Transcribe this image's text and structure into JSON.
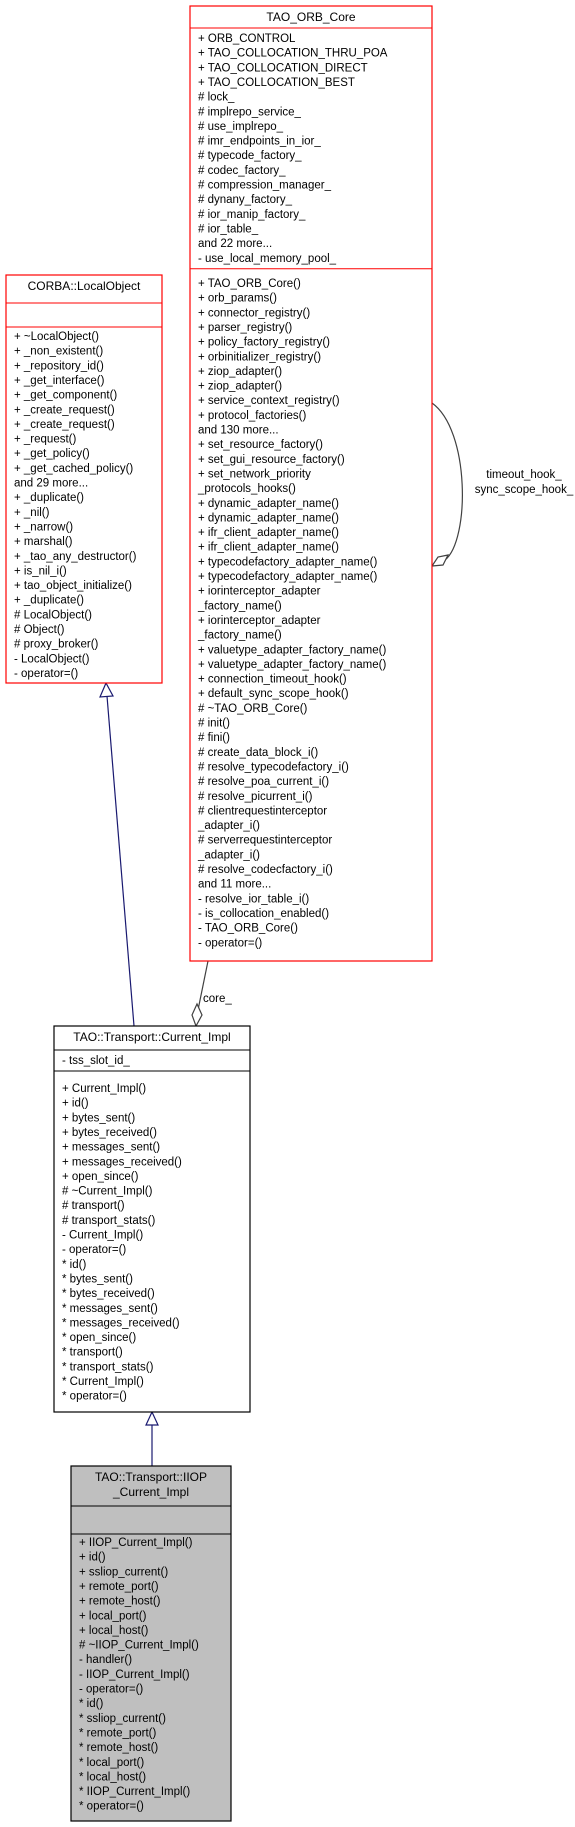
{
  "classes": [
    {
      "id": "tao-orb-core",
      "title": [
        "TAO_ORB_Core"
      ],
      "attributes": [
        "+ ORB_CONTROL",
        "+ TAO_COLLOCATION_THRU_POA",
        "+ TAO_COLLOCATION_DIRECT",
        "+ TAO_COLLOCATION_BEST",
        "# lock_",
        "# implrepo_service_",
        "# use_implrepo_",
        "# imr_endpoints_in_ior_",
        "# typecode_factory_",
        "# codec_factory_",
        "# compression_manager_",
        "# dynany_factory_",
        "# ior_manip_factory_",
        "# ior_table_",
        "and 22 more...",
        "- use_local_memory_pool_"
      ],
      "methods": [
        "+ TAO_ORB_Core()",
        "+ orb_params()",
        "+ connector_registry()",
        "+ parser_registry()",
        "+ policy_factory_registry()",
        "+ orbinitializer_registry()",
        "+ ziop_adapter()",
        "+ ziop_adapter()",
        "+ service_context_registry()",
        "+ protocol_factories()",
        "and 130 more...",
        "+ set_resource_factory()",
        "+ set_gui_resource_factory()",
        "+ set_network_priority",
        "_protocols_hooks()",
        "+ dynamic_adapter_name()",
        "+ dynamic_adapter_name()",
        "+ ifr_client_adapter_name()",
        "+ ifr_client_adapter_name()",
        "+ typecodefactory_adapter_name()",
        "+ typecodefactory_adapter_name()",
        "+ iorinterceptor_adapter",
        "_factory_name()",
        "+ iorinterceptor_adapter",
        "_factory_name()",
        "+ valuetype_adapter_factory_name()",
        "+ valuetype_adapter_factory_name()",
        "+ connection_timeout_hook()",
        "+ default_sync_scope_hook()",
        "# ~TAO_ORB_Core()",
        "# init()",
        "# fini()",
        "# create_data_block_i()",
        "# resolve_typecodefactory_i()",
        "# resolve_poa_current_i()",
        "# resolve_picurrent_i()",
        "# clientrequestinterceptor",
        "_adapter_i()",
        "# serverrequestinterceptor",
        "_adapter_i()",
        "# resolve_codecfactory_i()",
        "and 11 more...",
        "- resolve_ior_table_i()",
        "- is_collocation_enabled()",
        "- TAO_ORB_Core()",
        "- operator=()"
      ]
    },
    {
      "id": "corba-localobject",
      "title": [
        "CORBA::LocalObject"
      ],
      "attributes": [],
      "methods": [
        "+ ~LocalObject()",
        "+ _non_existent()",
        "+ _repository_id()",
        "+ _get_interface()",
        "+ _get_component()",
        "+ _create_request()",
        "+ _create_request()",
        "+ _request()",
        "+ _get_policy()",
        "+ _get_cached_policy()",
        "and 29 more...",
        "+ _duplicate()",
        "+ _nil()",
        "+ _narrow()",
        "+ marshal()",
        "+ _tao_any_destructor()",
        "+ is_nil_i()",
        "+ tao_object_initialize()",
        "+ _duplicate()",
        "# LocalObject()",
        "# Object()",
        "# proxy_broker()",
        "- LocalObject()",
        "- operator=()"
      ]
    },
    {
      "id": "current-impl",
      "title": [
        "TAO::Transport::Current_Impl"
      ],
      "attributes": [
        "- tss_slot_id_"
      ],
      "methods": [
        "+ Current_Impl()",
        "+ id()",
        "+ bytes_sent()",
        "+ bytes_received()",
        "+ messages_sent()",
        "+ messages_received()",
        "+ open_since()",
        "# ~Current_Impl()",
        "# transport()",
        "# transport_stats()",
        "- Current_Impl()",
        "- operator=()",
        "* id()",
        "* bytes_sent()",
        "* bytes_received()",
        "* messages_sent()",
        "* messages_received()",
        "* open_since()",
        "* transport()",
        "* transport_stats()",
        "* Current_Impl()",
        "* operator=()"
      ]
    },
    {
      "id": "iiop-current-impl",
      "title": [
        "TAO::Transport::IIOP",
        "_Current_Impl"
      ],
      "attributes": [],
      "methods": [
        "+ IIOP_Current_Impl()",
        "+ id()",
        "+ ssliop_current()",
        "+ remote_port()",
        "+ remote_host()",
        "+ local_port()",
        "+ local_host()",
        "# ~IIOP_Current_Impl()",
        "- handler()",
        "- IIOP_Current_Impl()",
        "- operator=()",
        "* id()",
        "* ssliop_current()",
        "* remote_port()",
        "* remote_host()",
        "* local_port()",
        "* local_host()",
        "* IIOP_Current_Impl()",
        "* operator=()"
      ]
    }
  ],
  "edges": {
    "core_label": "core_",
    "self_label": [
      "timeout_hook_",
      "sync_scope_hook_"
    ]
  },
  "colors": {
    "highlight_border": "#ff0000",
    "normal_border": "#000000",
    "focus_fill": "#bfbfbf",
    "inheritance_edge": "#191970",
    "association_edge": "#404040"
  }
}
